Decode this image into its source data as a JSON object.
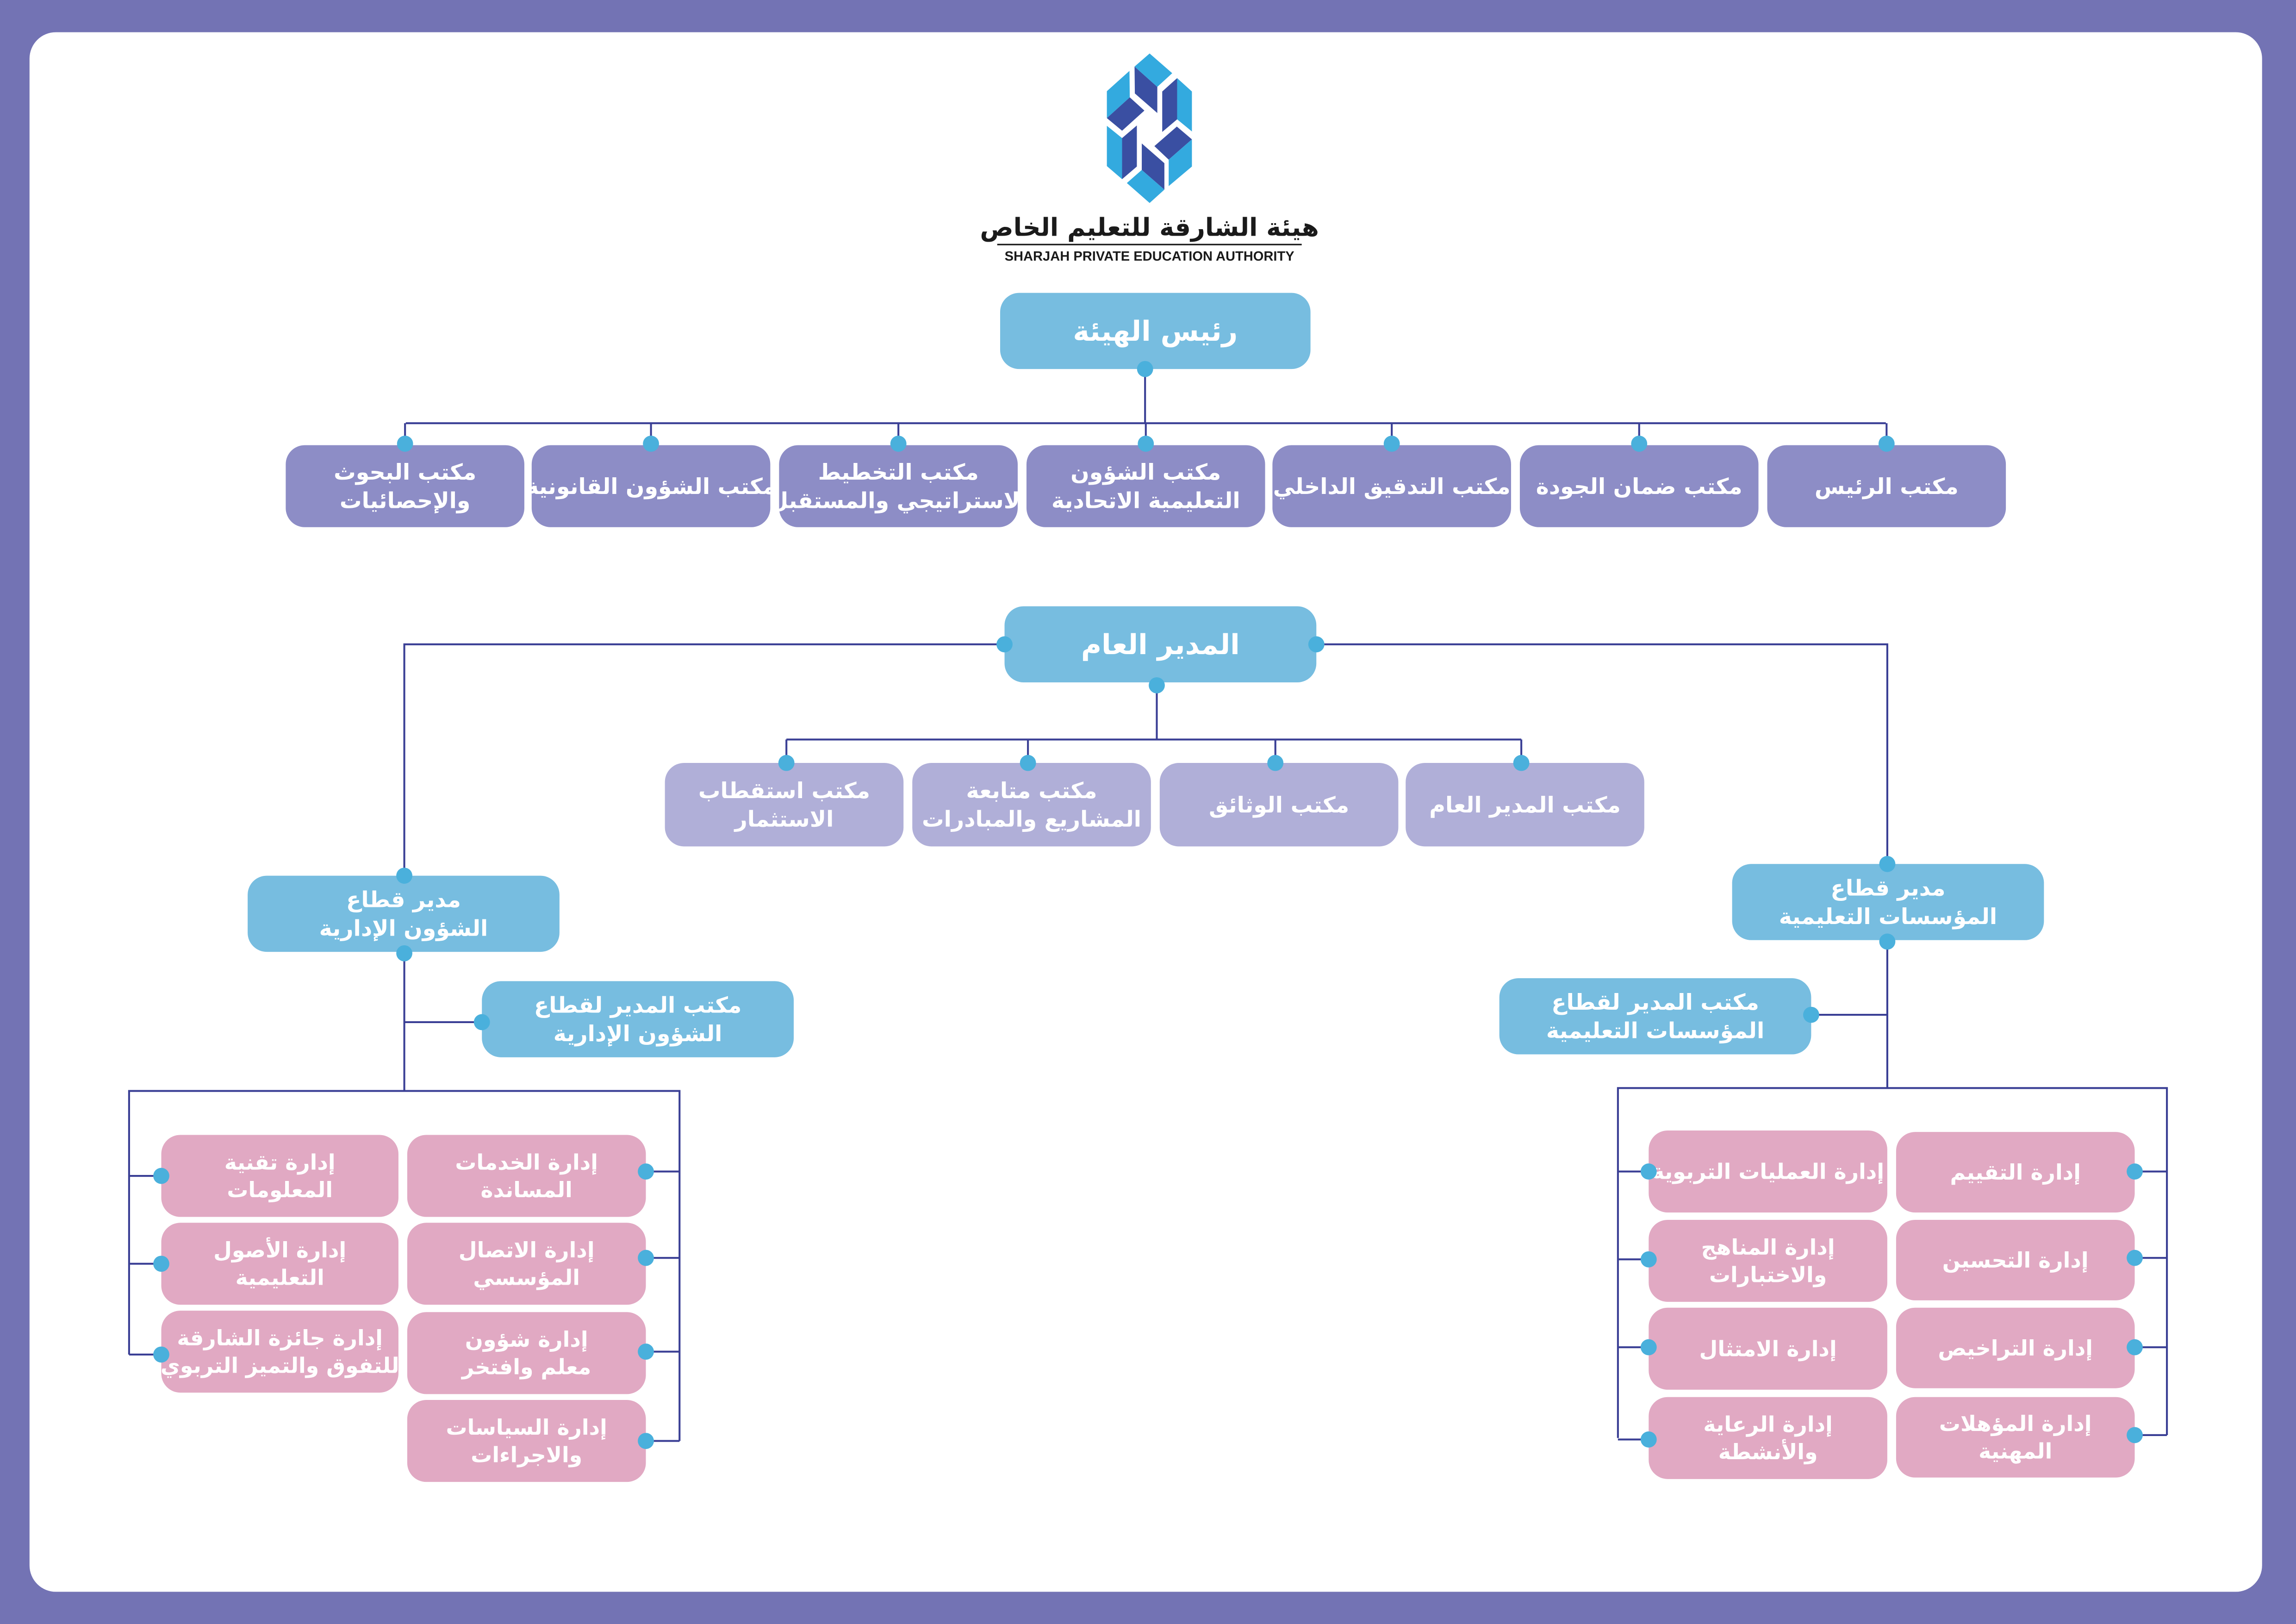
{
  "colors": {
    "frame": "#7373b4",
    "primary_box": "#77bde0",
    "office_box": "#8d8dc6",
    "gm_office_box": "#b0afd8",
    "department_box": "#e1a9c3",
    "connector": "#3a3f95",
    "node_dot": "#4ab0dc",
    "logo_light": "#33aadf",
    "logo_dark": "#3a4fa2"
  },
  "logo": {
    "arabic_name": "هيئة الشارقة للتعليم الخاص",
    "english_name": "SHARJAH PRIVATE EDUCATION AUTHORITY"
  },
  "chairman": {
    "label": "رئيس الهيئة"
  },
  "chairman_offices": [
    [
      "مكتب البحوث",
      "والإحصائيات"
    ],
    [
      "مكتب الشؤون القانونية"
    ],
    [
      "مكتب التخطيط",
      "الاستراتيجي والمستقبل"
    ],
    [
      "مكتب الشؤون",
      "التعليمية الاتحادية"
    ],
    [
      "مكتب التدقيق الداخلي"
    ],
    [
      "مكتب ضمان الجودة"
    ],
    [
      "مكتب الرئيس"
    ]
  ],
  "director_general": {
    "label": "المدير العام"
  },
  "dg_offices": [
    [
      "مكتب استقطاب",
      "الاستثمار"
    ],
    [
      "مكتب متابعة",
      "المشاريع والمبادرات"
    ],
    [
      "مكتب الوثائق"
    ],
    [
      "مكتب المدير العام"
    ]
  ],
  "admin_sector": {
    "label": [
      "مدير قطاع",
      "الشؤون الإدارية"
    ],
    "office": [
      "مكتب المدير لقطاع",
      "الشؤون الإدارية"
    ],
    "departments_col1": [
      [
        "إدارة تقنية",
        "المعلومات"
      ],
      [
        "إدارة الأصول",
        "التعليمية"
      ],
      [
        "إدارة جائزة الشارقة",
        "للتفوق والتميز التربوي"
      ]
    ],
    "departments_col2": [
      [
        "إدارة الخدمات",
        "المساندة"
      ],
      [
        "إدارة الاتصال",
        "المؤسسي"
      ],
      [
        "إدارة شؤون",
        "معلم وافتخر"
      ],
      [
        "إدارة السياسات",
        "والاجراءات"
      ]
    ]
  },
  "education_sector": {
    "label": [
      "مدير قطاع",
      "المؤسسات التعليمية"
    ],
    "office": [
      "مكتب المدير لقطاع",
      "المؤسسات التعليمية"
    ],
    "departments_col1": [
      [
        "إدارة العمليات التربوية"
      ],
      [
        "إدارة المناهج",
        "والاختبارات"
      ],
      [
        "إدارة الامتثال"
      ],
      [
        "إدارة الرعاية",
        "والأنشطة"
      ]
    ],
    "departments_col2": [
      [
        "إدارة التقييم"
      ],
      [
        "إدارة التحسين"
      ],
      [
        "إدارة التراخيص"
      ],
      [
        "إدارة المؤهلات",
        "المهنية"
      ]
    ]
  }
}
